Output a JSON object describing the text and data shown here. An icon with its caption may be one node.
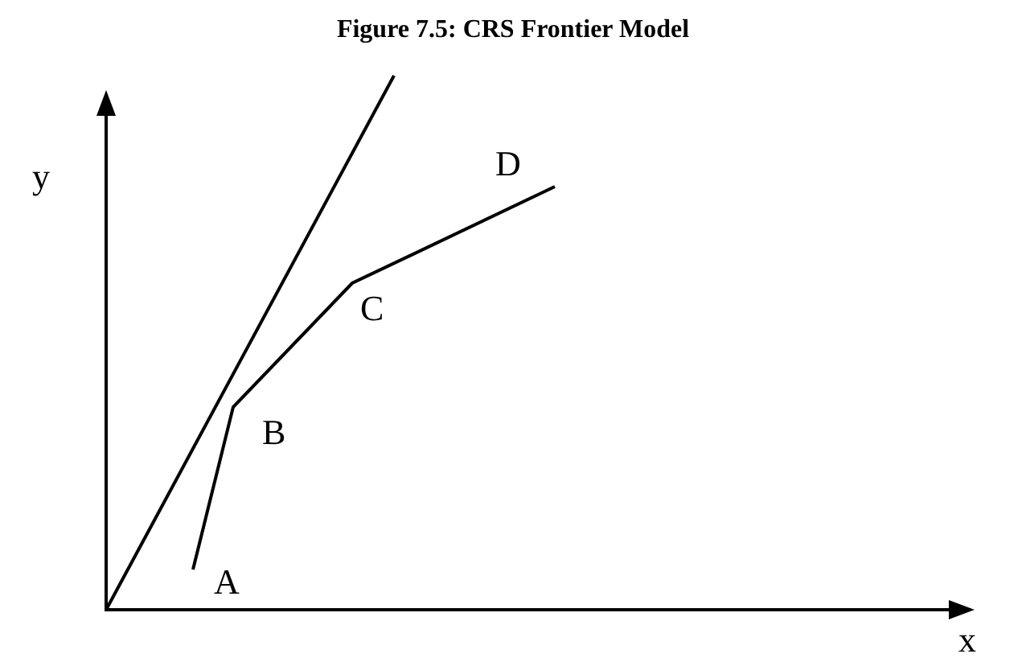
{
  "diagram": {
    "title": "Figure 7.5: CRS Frontier Model",
    "labels": [
      "y",
      "D",
      "C",
      "B",
      "A",
      "x"
    ]
  }
}
